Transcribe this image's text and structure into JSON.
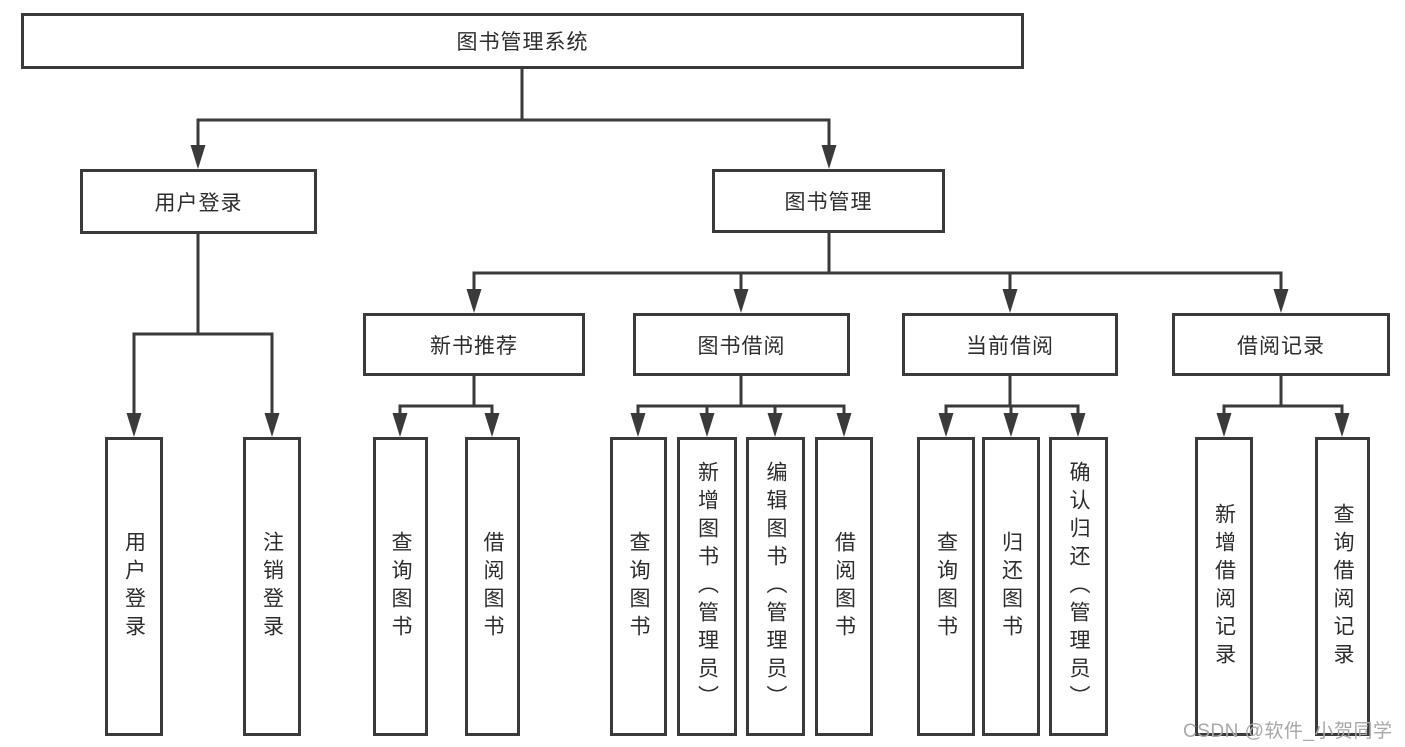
{
  "diagram": {
    "root": {
      "label": "图书管理系统"
    },
    "level2": {
      "user_login": {
        "label": "用户登录"
      },
      "book_management": {
        "label": "图书管理"
      }
    },
    "level3": {
      "new_book_recommend": {
        "label": "新书推荐"
      },
      "book_borrow": {
        "label": "图书借阅"
      },
      "current_borrow": {
        "label": "当前借阅"
      },
      "borrow_records": {
        "label": "借阅记录"
      }
    },
    "leaves": {
      "user_login": {
        "label": "用户登录"
      },
      "logout": {
        "label": "注销登录"
      },
      "recommend_query_books": {
        "label": "查询图书"
      },
      "recommend_borrow_books": {
        "label": "借阅图书"
      },
      "borrow_query_books": {
        "label": "查询图书"
      },
      "borrow_add_books": {
        "label": "新增图书（管理员）"
      },
      "borrow_edit_books": {
        "label": "编辑图书（管理员）"
      },
      "borrow_borrow_books": {
        "label": "借阅图书"
      },
      "current_query_books": {
        "label": "查询图书"
      },
      "current_return_books": {
        "label": "归还图书"
      },
      "current_confirm_return": {
        "label": "确认归还（管理员）"
      },
      "records_add_record": {
        "label": "新增借阅记录"
      },
      "records_query_record": {
        "label": "查询借阅记录"
      }
    }
  },
  "watermark": {
    "text": "CSDN @软件_小贺同学"
  },
  "colors": {
    "line": "#3a3a3a",
    "text": "#2d2d2d",
    "watermark": "#a8a8a8",
    "background": "#ffffff"
  }
}
